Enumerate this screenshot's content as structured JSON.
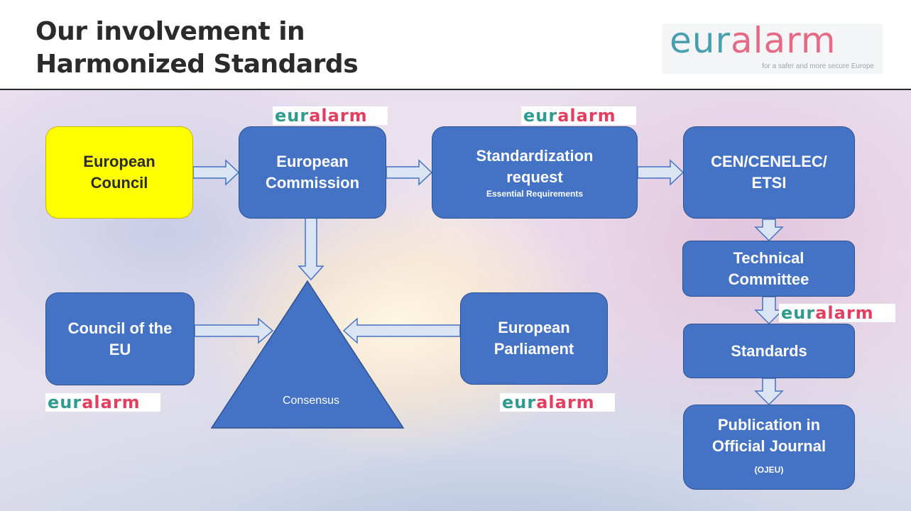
{
  "title": {
    "line1": "Our involvement in",
    "line2": "Harmonized Standards"
  },
  "logo": {
    "word": "euralarm",
    "tagline": "for a safer and more secure Europe"
  },
  "mini_logo": "euralarm",
  "boxes": {
    "european_council": "European Council",
    "european_commission": "European Commission",
    "standardization_request": "Standardization request",
    "essential_requirements": "Essential Requirements",
    "cen_cenelec": "CEN/CENELEC/ ETSI",
    "technical_committee": "Technical Committee",
    "standards": "Standards",
    "publication": "Publication in Official Journal",
    "ojeu": "(OJEU)",
    "council_of_eu": "Council  of the EU",
    "european_parliament": "European Parliament",
    "consensus": "Consensus"
  },
  "colors": {
    "box_fill": "#4472c4",
    "highlight_fill": "#ffff00",
    "logo_teal": "#2f9b8f",
    "logo_red": "#e33d5f"
  }
}
